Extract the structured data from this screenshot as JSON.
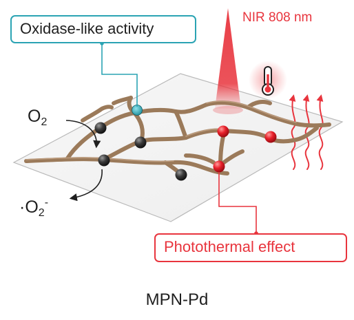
{
  "labels": {
    "oxidase": "Oxidase-like activity",
    "photothermal": "Photothermal effect",
    "nir": "NIR 808 nm",
    "o2_main": "O",
    "o2_sub": "2",
    "radical_prefix": "·O",
    "radical_sub": "2",
    "radical_sup": "-",
    "title": "MPN-Pd"
  },
  "colors": {
    "teal": "#2aa3b3",
    "red": "#e8343d",
    "fiber": "#9b7a5a",
    "pd_node": "#3a3a3a",
    "sheet_edge": "#b9b9b9"
  },
  "icons": {
    "thermometer": "thermometer-icon"
  }
}
